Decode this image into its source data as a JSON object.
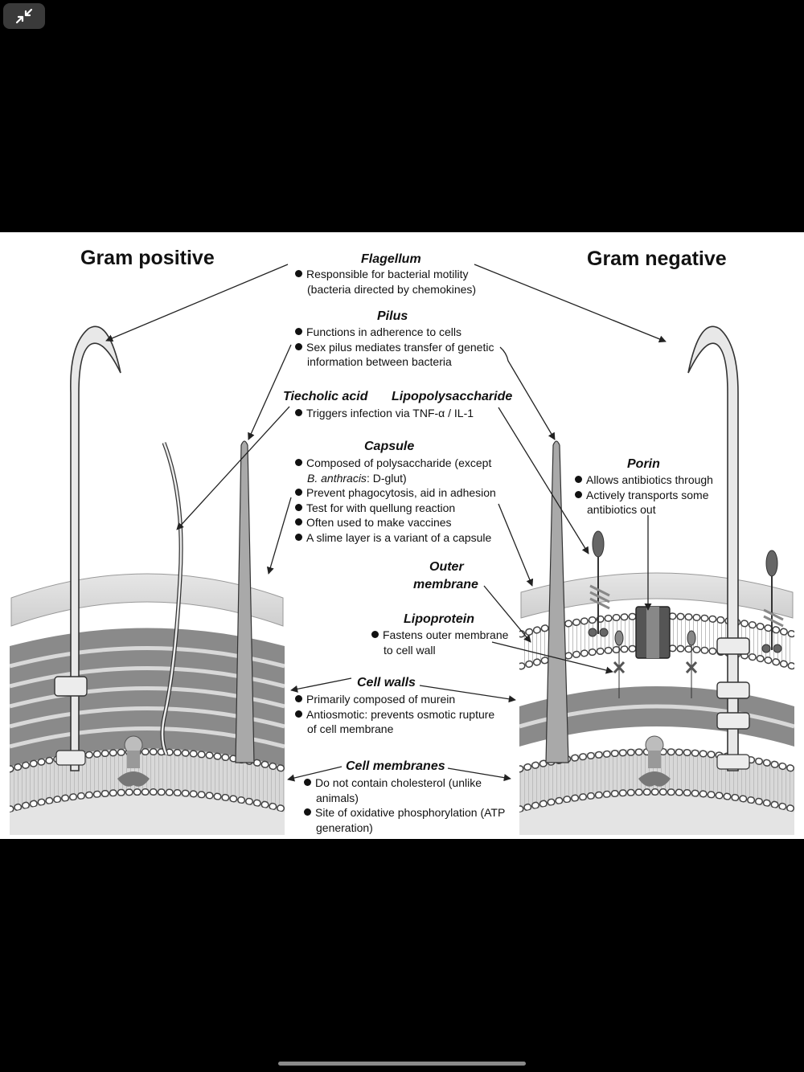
{
  "titles": {
    "gram_positive": "Gram positive",
    "gram_negative": "Gram negative"
  },
  "flagellum": {
    "title": "Flagellum",
    "bullet1": "Responsible for bacterial motility",
    "bullet1_cont": "(bacteria directed by chemokines)"
  },
  "pilus": {
    "title": "Pilus",
    "bullet1": "Functions in adherence to cells",
    "bullet2": "Sex pilus mediates transfer of genetic",
    "bullet2_cont": "information between bacteria"
  },
  "tiecholic": {
    "title": "Tiecholic acid"
  },
  "lps": {
    "title": "Lipopolysaccharide",
    "bullet1": "Triggers infection via TNF-α / IL-1"
  },
  "capsule": {
    "title": "Capsule",
    "bullet1": "Composed of polysaccharide (except",
    "bullet1_cont_italic": "B. anthracis",
    "bullet1_cont": ": D-glut)",
    "bullet2": "Prevent phagocytosis, aid in adhesion",
    "bullet3": "Test for with quellung reaction",
    "bullet4": "Often used to make vaccines",
    "bullet5": "A slime layer is a variant of a capsule"
  },
  "porin": {
    "title": "Porin",
    "bullet1": "Allows antibiotics through",
    "bullet2": "Actively transports some",
    "bullet2_cont": "antibiotics out"
  },
  "outer_membrane": {
    "line1": "Outer",
    "line2": "membrane"
  },
  "lipoprotein": {
    "title": "Lipoprotein",
    "bullet1": "Fastens outer membrane",
    "bullet1_cont": "to cell wall"
  },
  "cell_walls": {
    "title": "Cell walls",
    "bullet1": "Primarily composed of murein",
    "bullet2": "Antiosmotic: prevents osmotic rupture",
    "bullet2_cont": "of cell membrane"
  },
  "cell_membranes": {
    "title": "Cell membranes",
    "bullet1": "Do not contain cholesterol (unlike",
    "bullet1_cont": "animals)",
    "bullet2": "Site of oxidative phosphorylation (ATP",
    "bullet2_cont": "generation)"
  }
}
